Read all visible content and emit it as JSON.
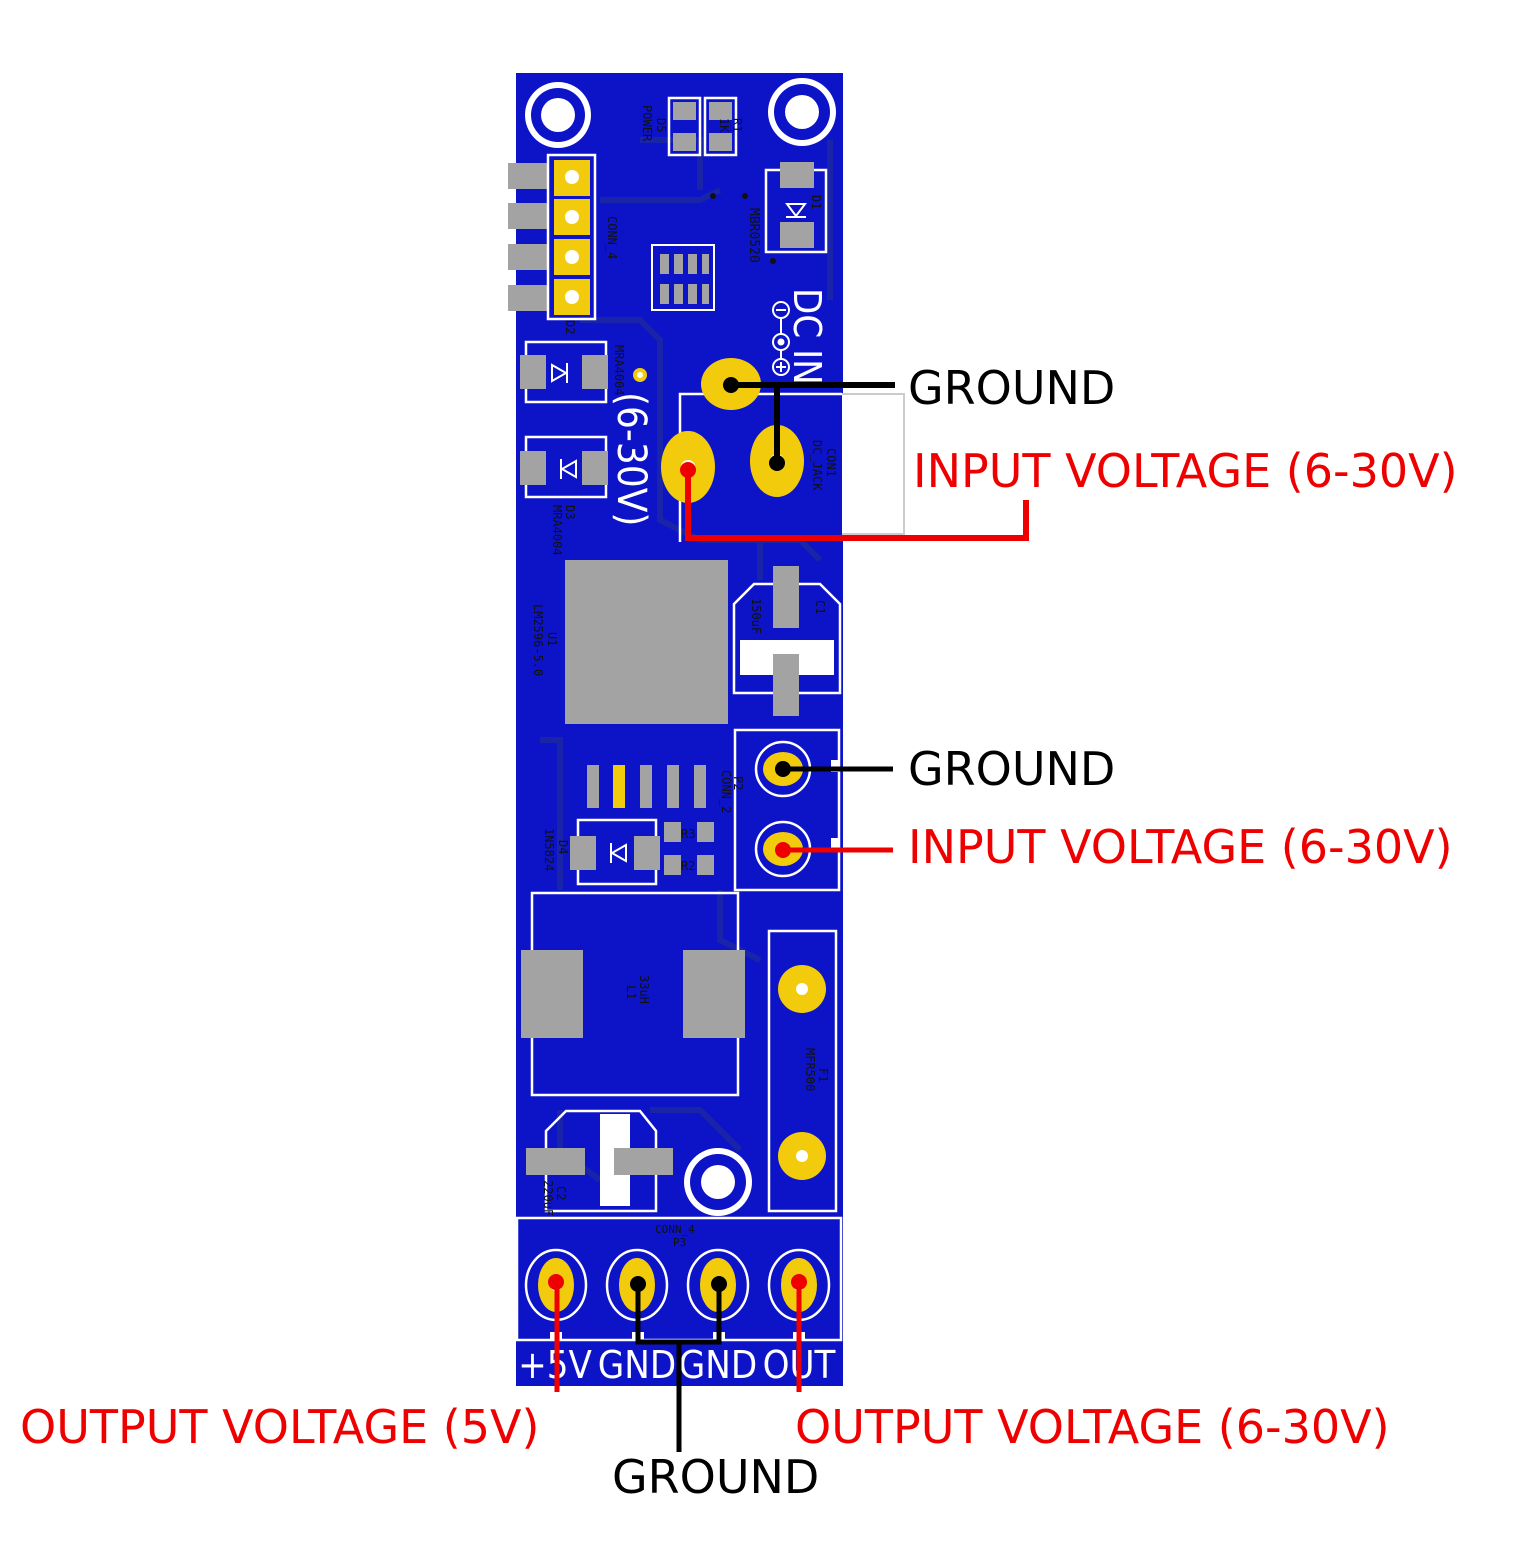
{
  "colors": {
    "board": "#0d14c8",
    "board_trace": "#1a24a8",
    "pad": "#f2cc0c",
    "smd": "#a3a3a3",
    "ground_line": "#000000",
    "voltage_line": "#ee0000"
  },
  "board": {
    "edge_labels": {
      "dc_in": "DC IN",
      "range": "(6-30V)",
      "plus5v": "+5V",
      "gnd1": "GND",
      "gnd2": "GND",
      "out": "OUT"
    },
    "silkscreen": {
      "d5": "D5",
      "power": "POWER",
      "r1": "R1",
      "r1_val": "1K",
      "conn4_top": "CONN_4",
      "d1": "D1",
      "mbr": "MBR0520",
      "d2": "D2",
      "mra_d2": "MRA4004",
      "d3": "D3",
      "mra_d3": "MRA4004",
      "con1": "CON1",
      "dc_jack": "DC_JACK",
      "c1": "C1",
      "c1_val": "150uF",
      "u1": "U1",
      "u1_val": "LM2596-5.0",
      "p2": "P2",
      "conn2": "CONN_2",
      "r3": "R3",
      "r2": "R2",
      "d4": "D4",
      "d4_val": "1N5824",
      "l1": "L1",
      "l1_val": "33uH",
      "f1": "F1",
      "f1_val": "MFR500",
      "c2": "C2",
      "c2_val": "220uF",
      "conn4_bottom": "CONN_4",
      "p3": "P3"
    }
  },
  "callouts": {
    "ground_jack": "GROUND",
    "input_jack": "INPUT VOLTAGE (6-30V)",
    "ground_p2": "GROUND",
    "input_p2": "INPUT VOLTAGE (6-30V)",
    "output_5v": "OUTPUT VOLTAGE (5V)",
    "output_vin": "OUTPUT VOLTAGE (6-30V)",
    "ground_bottom": "GROUND"
  }
}
